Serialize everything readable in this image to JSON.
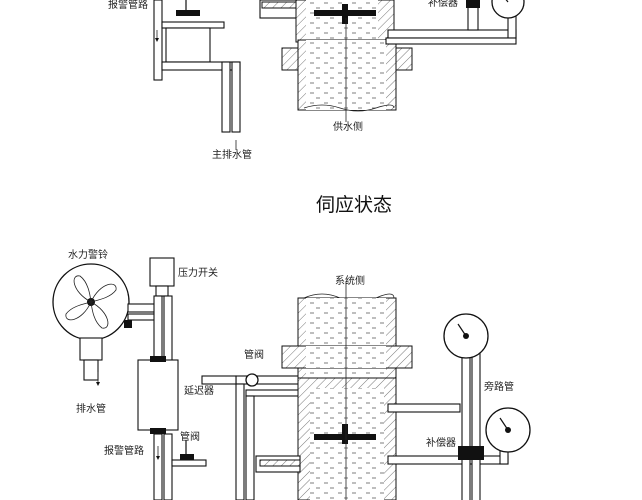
{
  "caption": "伺应状态",
  "top_diagram": {
    "alarm_pipe_label": "报警管路",
    "compensator_label": "补偿器",
    "main_pipe_label": "主排水管",
    "supply_side_label": "供水侧"
  },
  "bottom_diagram": {
    "water_bell_label": "水力警铃",
    "pressure_switch_label": "压力开关",
    "system_side_label": "系统侧",
    "gauge_label": "管阀",
    "bypass_label": "旁路管",
    "delay_label": "延迟器",
    "drain_label": "排水管",
    "valve_label": "管阀",
    "alarm_pipe_label": "报警管路",
    "compensator_label": "补偿器"
  }
}
